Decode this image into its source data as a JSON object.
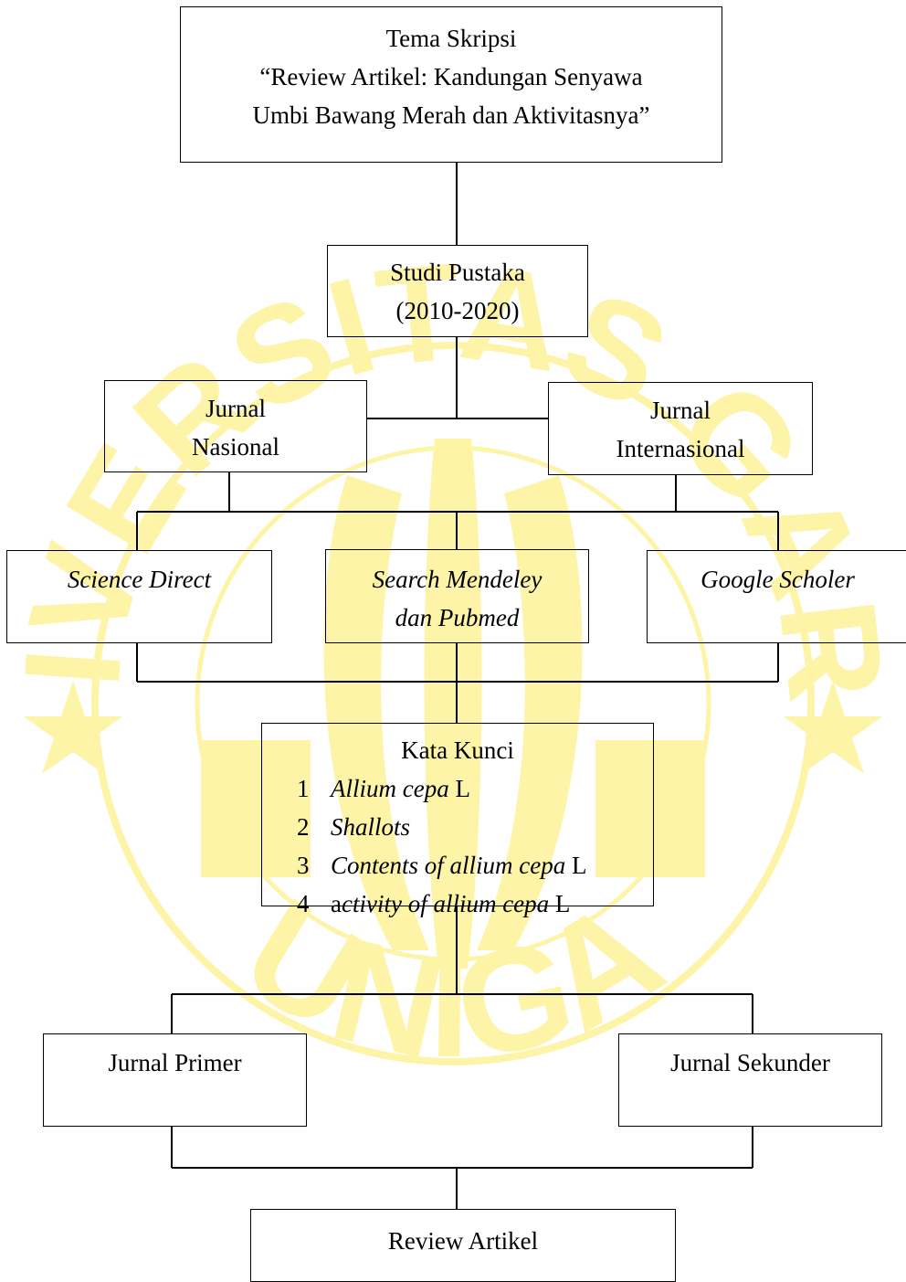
{
  "colors": {
    "watermark": "#fef4a8",
    "line": "#000000",
    "box_border": "#000000"
  },
  "watermark": {
    "top_text": "UNIVERSITAS GARUT",
    "bottom_text": "UNIGA",
    "star_icon": "star-icon",
    "emblem": "emblem-icon"
  },
  "diagram": {
    "tema": {
      "lines": [
        "Tema Skripsi",
        "“Review Artikel: Kandungan Senyawa",
        "Umbi Bawang Merah dan Aktivitasnya”"
      ]
    },
    "studi": {
      "lines": [
        "Studi Pustaka",
        "(2010-2020)"
      ]
    },
    "nasional": {
      "lines": [
        "Jurnal",
        "Nasional"
      ]
    },
    "internasional": {
      "lines": [
        "Jurnal",
        "Internasional"
      ]
    },
    "science_direct": {
      "lines": [
        "Science Direct"
      ]
    },
    "search_mendeley": {
      "lines": [
        "Search Mendeley",
        "dan Pubmed"
      ]
    },
    "google_scholer": {
      "lines": [
        "Google Scholer"
      ]
    },
    "kata_kunci": {
      "title": "Kata Kunci",
      "items": [
        {
          "num": "1",
          "italic": "Allium cepa",
          "normal": " L",
          "prefix": ""
        },
        {
          "num": "2",
          "italic": "Shallots",
          "normal": "",
          "prefix": ""
        },
        {
          "num": "3",
          "italic": "Contents of allium cepa",
          "normal": " L",
          "prefix": ""
        },
        {
          "num": "4",
          "italic": "ctivity of allium cepa",
          "normal": " L",
          "prefix": "a"
        }
      ]
    },
    "primer": {
      "lines": [
        "Jurnal Primer"
      ]
    },
    "sekunder": {
      "lines": [
        "Jurnal Sekunder"
      ]
    },
    "review": {
      "lines": [
        "Review Artikel"
      ]
    }
  }
}
